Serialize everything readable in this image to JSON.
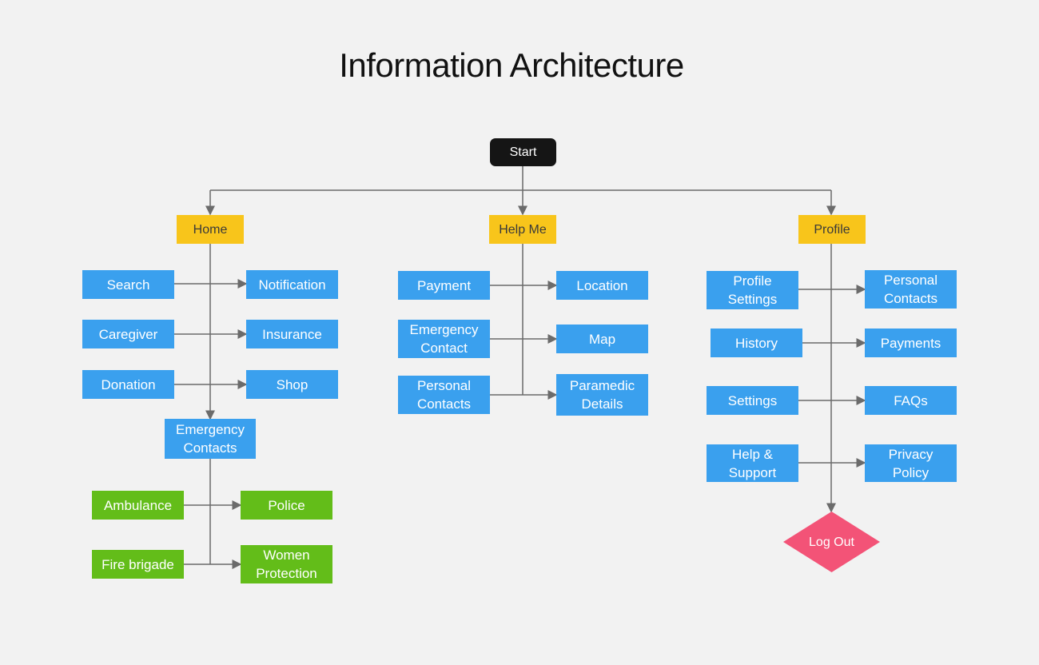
{
  "title": "Information Architecture",
  "colors": {
    "start": "#151515",
    "section": "#f8c51b",
    "page": "#3aa0ee",
    "emergency_service": "#63bd19",
    "logout": "#f35377",
    "connector": "#6b6b6b"
  },
  "start": "Start",
  "sections": {
    "home": {
      "label": "Home",
      "items": [
        "Search",
        "Notification",
        "Caregiver",
        "Insurance",
        "Donation",
        "Shop"
      ],
      "emergency_contacts": {
        "label": "Emergency Contacts",
        "items": [
          "Ambulance",
          "Police",
          "Fire brigade",
          "Women Protection"
        ]
      }
    },
    "help_me": {
      "label": "Help Me",
      "items": [
        "Payment",
        "Location",
        "Emergency Contact",
        "Map",
        "Personal Contacts",
        "Paramedic Details"
      ]
    },
    "profile": {
      "label": "Profile",
      "items": [
        "Profile Settings",
        "Personal Contacts",
        "History",
        "Payments",
        "Settings",
        "FAQs",
        "Help & Support",
        "Privacy Policy"
      ],
      "logout": "Log Out"
    }
  }
}
